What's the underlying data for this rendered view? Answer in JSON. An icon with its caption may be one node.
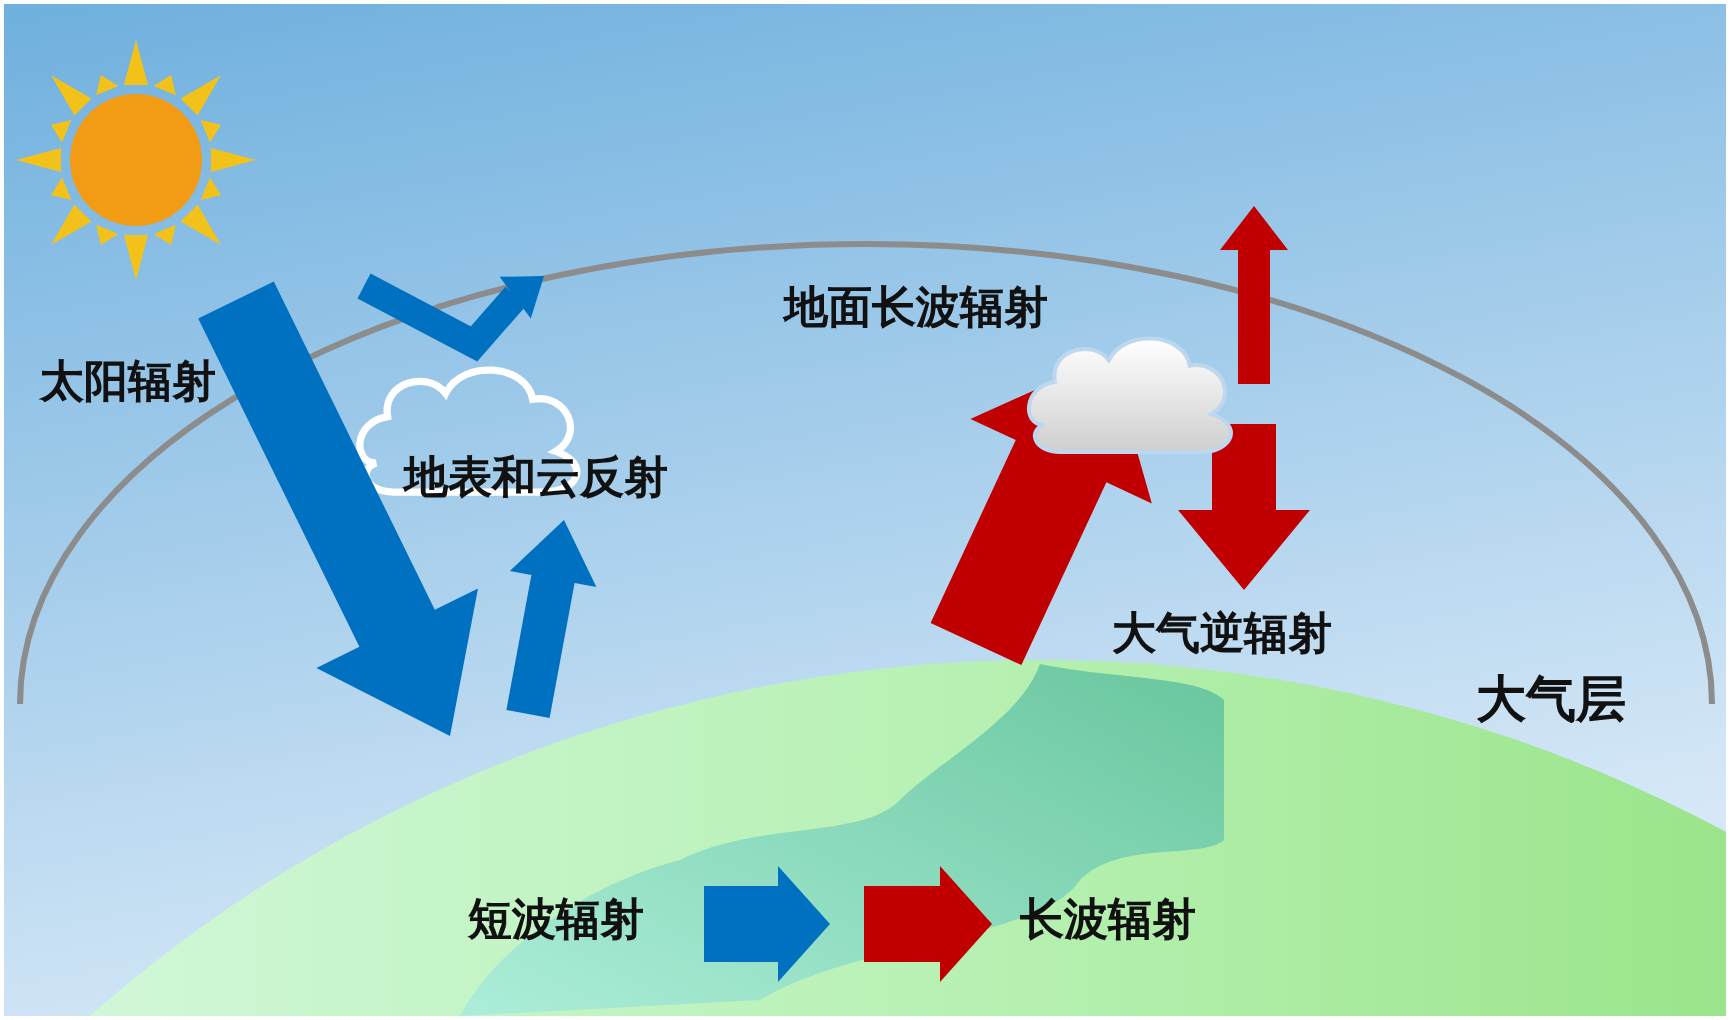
{
  "diagram": {
    "labels": [
      "太阳辐射",
      "地表和云反射",
      "地面长波辐射",
      "大气逆辐射",
      "大气层"
    ],
    "legend": [
      {
        "text": "短波辐射",
        "color": "#0070c0"
      },
      {
        "text": "长波辐射",
        "color": "#c00000"
      }
    ]
  }
}
